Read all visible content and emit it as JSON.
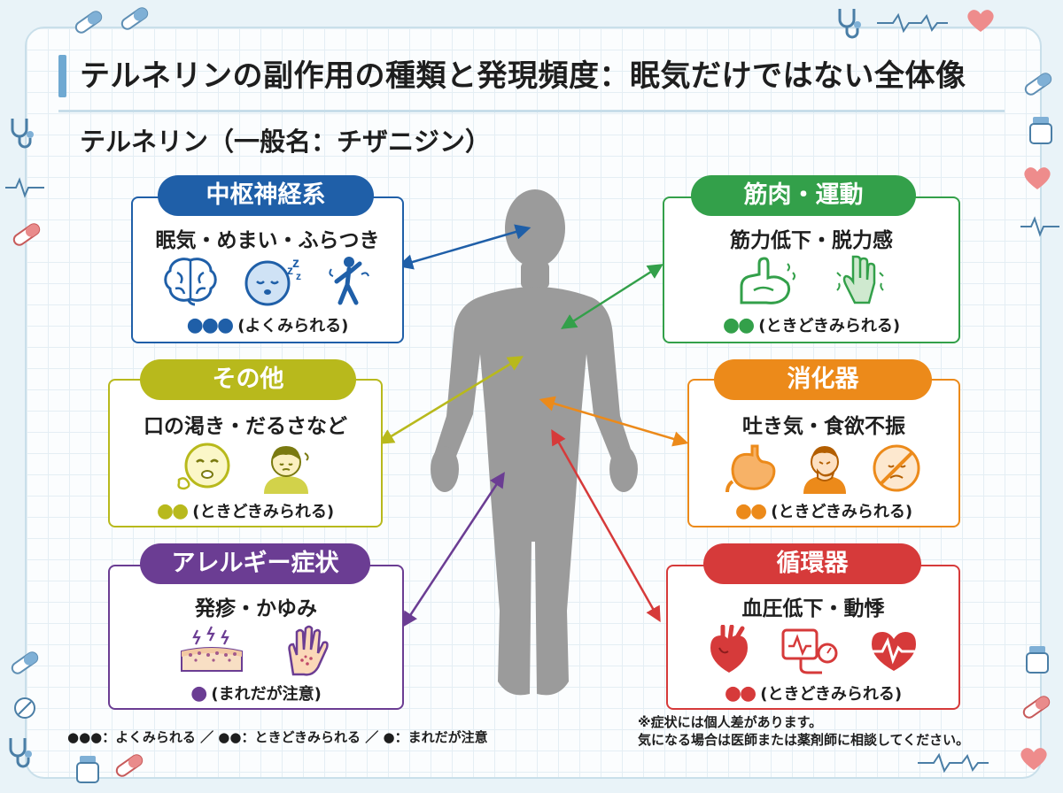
{
  "title": "テルネリンの副作用の種類と発現頻度：眠気だけではない全体像",
  "subtitle": "テルネリン（一般名：チザニジン）",
  "panels": {
    "cns": {
      "label": "中枢神経系",
      "symptoms": "眠気・めまい・ふらつき",
      "dots": "●●●",
      "frequency": "(よくみられる)",
      "color": "#1f5fa8"
    },
    "other": {
      "label": "その他",
      "symptoms": "口の渇き・だるさなど",
      "dots": "●●",
      "frequency": "(ときどきみられる)",
      "color": "#b8b91c"
    },
    "allergy": {
      "label": "アレルギー症状",
      "symptoms": "発疹・かゆみ",
      "dots": "●",
      "frequency": "(まれだが注意)",
      "color": "#6b3d93"
    },
    "muscle": {
      "label": "筋肉・運動",
      "symptoms": "筋力低下・脱力感",
      "dots": "●●",
      "frequency": "(ときどきみられる)",
      "color": "#33a04a"
    },
    "digestive": {
      "label": "消化器",
      "symptoms": "吐き気・食欲不振",
      "dots": "●●",
      "frequency": "(ときどきみられる)",
      "color": "#ec8a1a"
    },
    "circulatory": {
      "label": "循環器",
      "symptoms": "血圧低下・動悸",
      "dots": "●●",
      "frequency": "(ときどきみられる)",
      "color": "#d63a3a"
    }
  },
  "legend": "●●●：よくみられる ／ ●●：ときどきみられる ／ ●：まれだが注意",
  "note_line1": "※症状には個人差があります。",
  "note_line2": "気になる場合は医師または薬剤師に相談してください。",
  "icons": {
    "cns": [
      "brain-icon",
      "sleepy-face-icon",
      "dizzy-person-icon"
    ],
    "other": [
      "dry-mouth-face-icon",
      "tired-person-icon"
    ],
    "allergy": [
      "skin-rash-icon",
      "itchy-hand-icon"
    ],
    "muscle": [
      "weak-arm-icon",
      "limp-hand-icon"
    ],
    "digestive": [
      "stomach-icon",
      "nausea-person-icon",
      "no-food-icon"
    ],
    "circulatory": [
      "heart-icon",
      "blood-pressure-monitor-icon",
      "heartbeat-icon"
    ]
  }
}
